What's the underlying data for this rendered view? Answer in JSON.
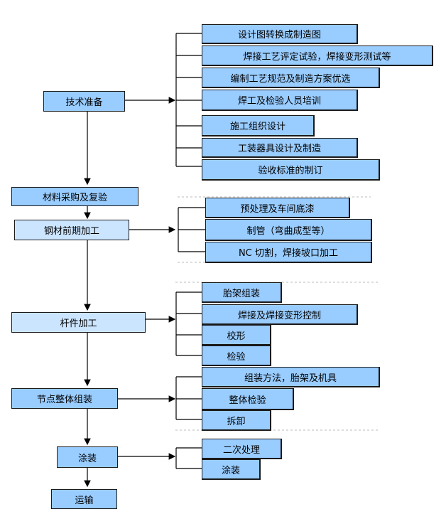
{
  "colors": {
    "box_fill": "#99ccff",
    "box_fill_light": "#cce5ff",
    "line": "#000000",
    "dashed": "#bbbbbb"
  },
  "main_steps": [
    {
      "label": "技术准备"
    },
    {
      "label": "材料采购及复验"
    },
    {
      "label": "钢材前期加工"
    },
    {
      "label": "杆件加工"
    },
    {
      "label": "节点整体组装"
    },
    {
      "label": "涂装"
    },
    {
      "label": "运输"
    }
  ],
  "sub_steps": {
    "tech_prep": [
      "设计图转换成制造图",
      "焊接工艺评定试验，焊接变形测试等",
      "编制工艺规范及制造方案优选",
      "焊工及检验人员培训",
      "施工组织设计",
      "工装器具设计及制造",
      "验收标准的制订"
    ],
    "steel_pre": [
      "预处理及车间底漆",
      "制管（弯曲成型等）",
      "NC 切割，焊接坡口加工"
    ],
    "member": [
      "胎架组装",
      "焊接及焊接变形控制",
      "校形",
      "检验"
    ],
    "node": [
      "组装方法，胎架及机具",
      "整体检验",
      "拆卸"
    ],
    "coating": [
      "二次处理",
      "涂装"
    ]
  }
}
